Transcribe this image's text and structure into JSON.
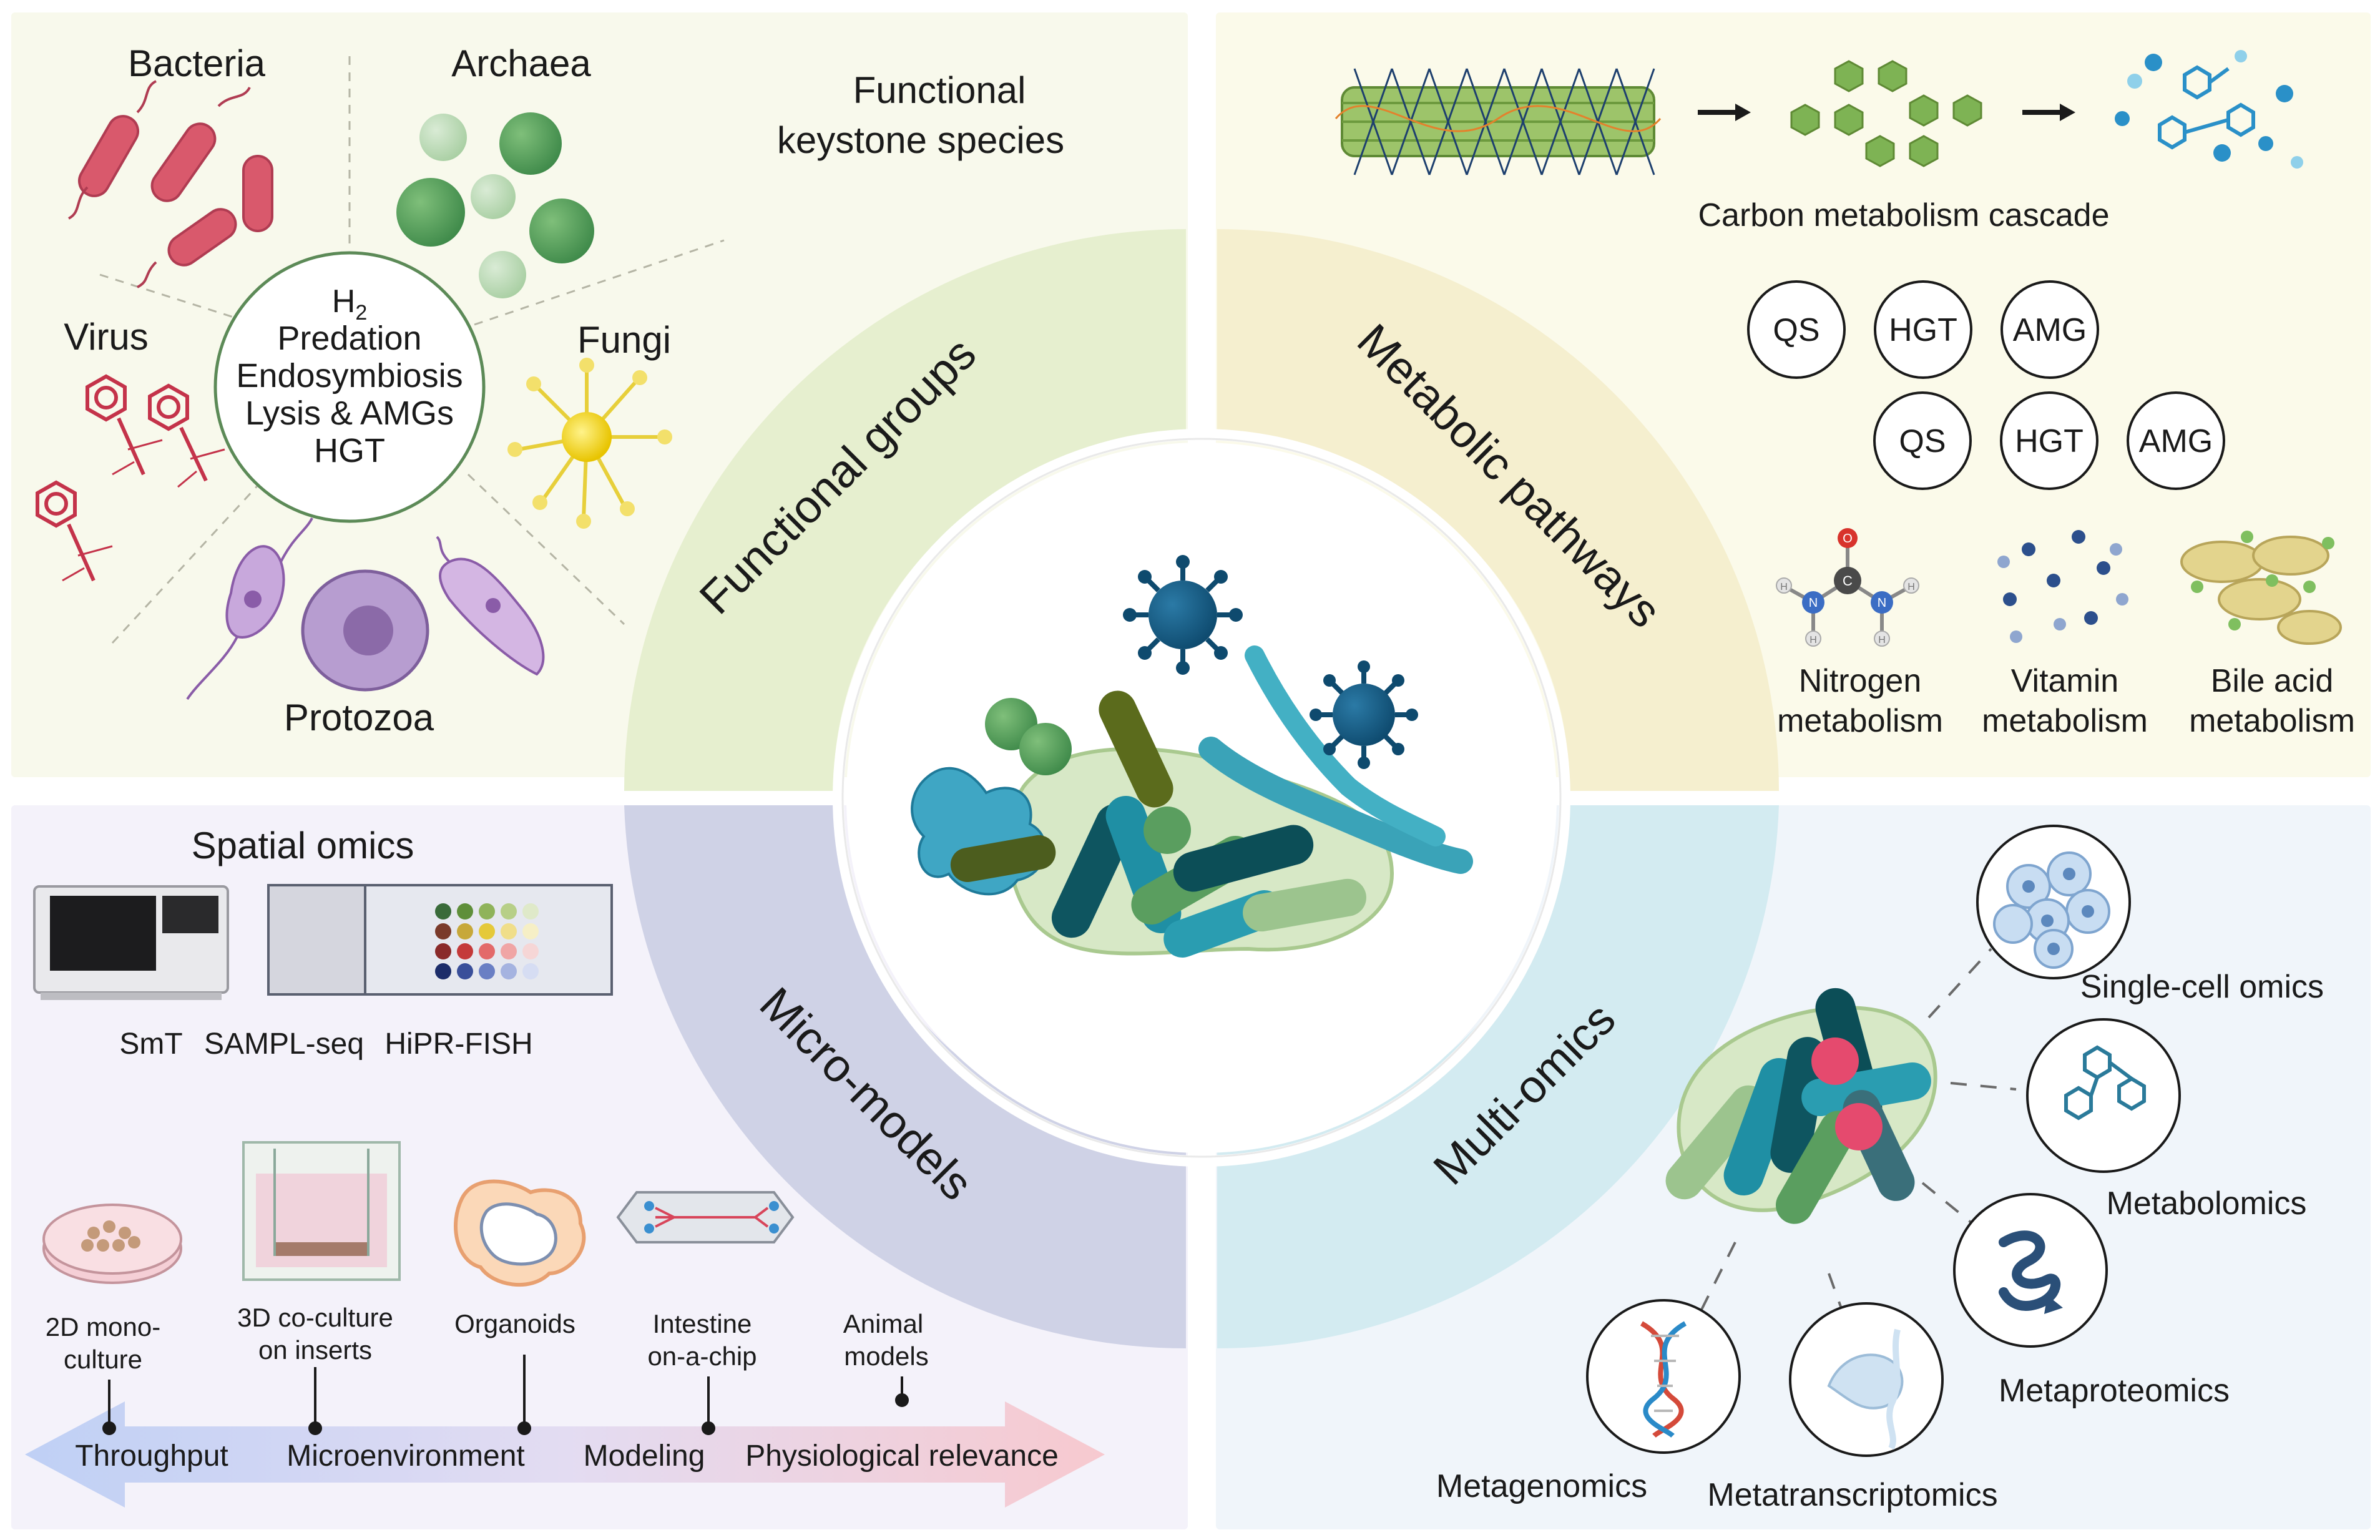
{
  "quadrants": {
    "functional_groups": {
      "title": "Functional groups",
      "header_line1": "Functional",
      "header_line2": "keystone species",
      "organisms": {
        "bacteria": "Bacteria",
        "archaea": "Archaea",
        "virus": "Virus",
        "fungi": "Fungi",
        "protozoa": "Protozoa"
      },
      "interactions": {
        "h2": "H",
        "h2_sub": "2",
        "predation": "Predation",
        "endosymbiosis": "Endosymbiosis",
        "lysis": "Lysis & AMGs",
        "hgt": "HGT"
      }
    },
    "metabolic_pathways": {
      "title": "Metabolic pathways",
      "cascade_label": "Carbon metabolism cascade",
      "mechanisms_row1": [
        "QS",
        "HGT",
        "AMG"
      ],
      "mechanisms_row2": [
        "QS",
        "HGT",
        "AMG"
      ],
      "pathways": {
        "nitrogen_l1": "Nitrogen",
        "nitrogen_l2": "metabolism",
        "vitamin_l1": "Vitamin",
        "vitamin_l2": "metabolism",
        "bile_l1": "Bile acid",
        "bile_l2": "metabolism"
      },
      "urea_atoms": {
        "o": "O",
        "c": "C",
        "n": "N",
        "h": "H"
      }
    },
    "micro_models": {
      "title": "Micro-models",
      "spatial_title": "Spatial omics",
      "spatial_methods": {
        "smt": "SmT",
        "sampl": "SAMPL-seq",
        "hipr": "HiPR-FISH"
      },
      "models": {
        "m2d_l1": "2D mono-",
        "m2d_l2": "culture",
        "m3d_l1": "3D co-culture",
        "m3d_l2": "on inserts",
        "organoids": "Organoids",
        "chip_l1": "Intestine",
        "chip_l2": "on-a-chip",
        "animal_l1": "Animal",
        "animal_l2": "models"
      },
      "axis": {
        "throughput": "Throughput",
        "microenvironment": "Microenvironment",
        "modeling": "Modeling",
        "physiological": "Physiological relevance"
      }
    },
    "multi_omics": {
      "title": "Multi-omics",
      "methods": {
        "single_cell": "Single-cell omics",
        "metabolomics": "Metabolomics",
        "metaproteomics": "Metaproteomics",
        "metagenomics": "Metagenomics",
        "metatranscriptomics": "Metatranscriptomics"
      }
    }
  },
  "colors": {
    "q1_bg": "#f8f9ec",
    "q2_bg": "#fbfaea",
    "q3_bg": "#f4f2fa",
    "q4_bg": "#f0f5fa",
    "ring_q1": "#e6efcf",
    "ring_q2": "#f5efcf",
    "ring_q3": "#cfd2e6",
    "ring_q4": "#d3ebf1",
    "inner_disc": "#ffffff"
  }
}
